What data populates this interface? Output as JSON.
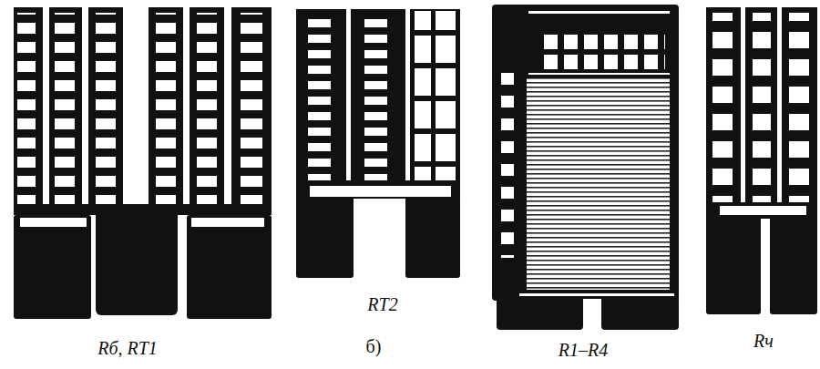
{
  "diagram": {
    "labels": [
      "Rб, RT1",
      "RT2",
      "б)",
      "R1–R4",
      "Rч"
    ]
  }
}
